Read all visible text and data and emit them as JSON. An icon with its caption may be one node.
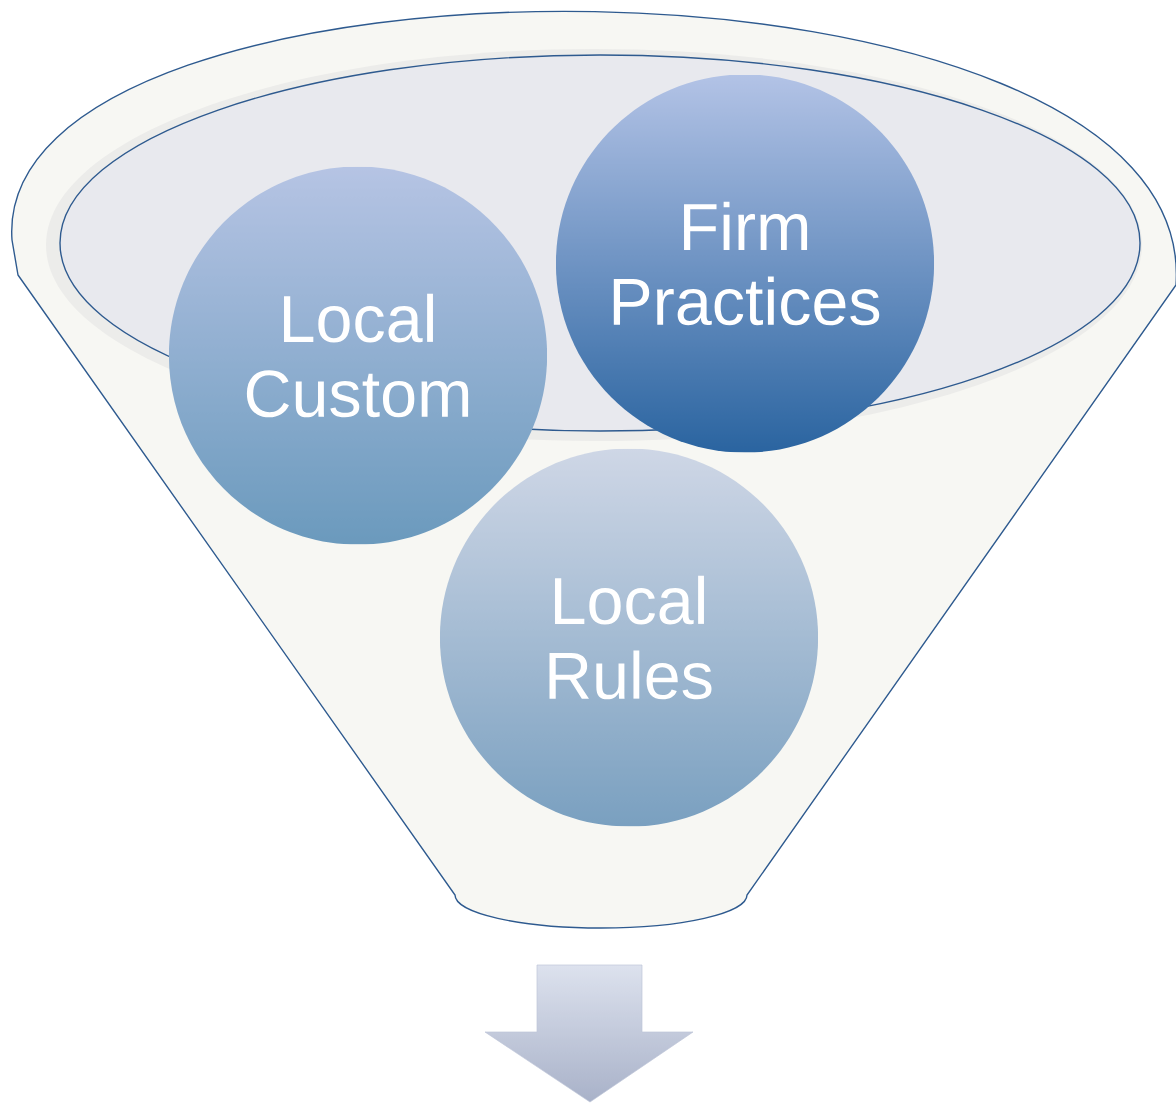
{
  "diagram": {
    "nodes": [
      {
        "text": [],
        "shape": "funnel"
      },
      {
        "text": [
          "Local Custom"
        ],
        "in": 0
      },
      {
        "text": [
          "Firm Practices"
        ],
        "in": 0
      },
      {
        "text": [
          "Local Rules"
        ],
        "in": 0
      }
    ]
  }
}
